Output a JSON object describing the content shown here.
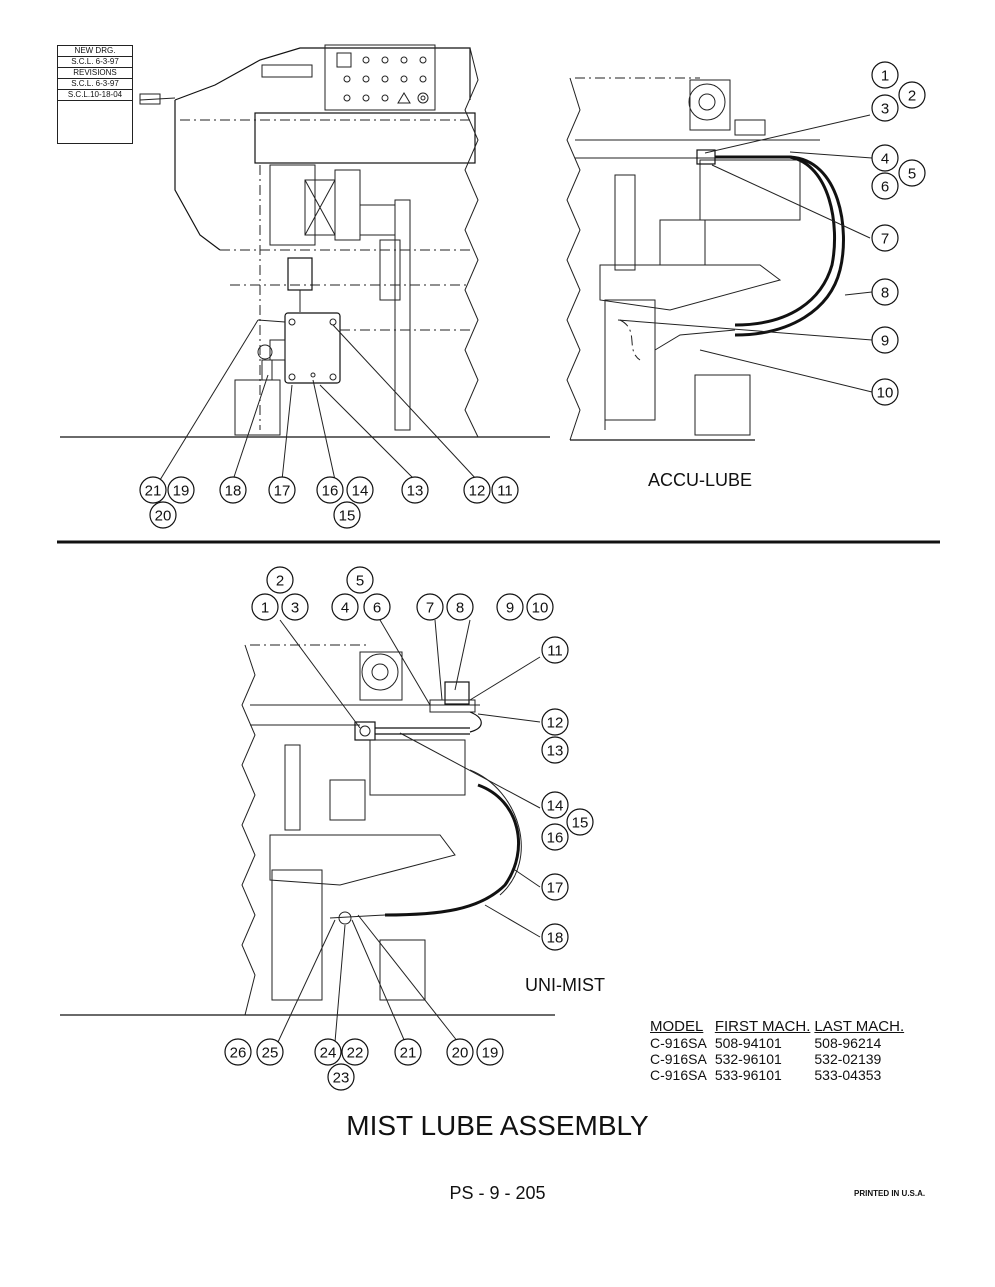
{
  "revision_block": {
    "new_drg_label": "NEW DRG.",
    "new_drg_date": "S.C.L.  6-3-97",
    "revisions_label": "REVISIONS",
    "revision_1": "S.C.L.  6-3-97",
    "revision_2": "S.C.L.10-18-04"
  },
  "views": {
    "accu_lube": "ACCU-LUBE",
    "uni_mist": "UNI-MIST"
  },
  "callouts_left": [
    "21",
    "19",
    "20",
    "18",
    "17",
    "16",
    "14",
    "15",
    "13",
    "12",
    "11"
  ],
  "callouts_accu": [
    "1",
    "2",
    "3",
    "4",
    "5",
    "6",
    "7",
    "8",
    "9",
    "10"
  ],
  "callouts_uni": [
    "2",
    "1",
    "3",
    "5",
    "4",
    "6",
    "7",
    "8",
    "9",
    "10",
    "11",
    "12",
    "13",
    "14",
    "15",
    "16",
    "17",
    "18",
    "26",
    "25",
    "24",
    "22",
    "23",
    "21",
    "20",
    "19"
  ],
  "model_table": {
    "headers": [
      "MODEL",
      "FIRST MACH.",
      "LAST MACH."
    ],
    "rows": [
      [
        "C-916SA",
        "508-94101",
        "508-96214"
      ],
      [
        "C-916SA",
        "532-96101",
        "532-02139"
      ],
      [
        "C-916SA",
        "533-96101",
        "533-04353"
      ]
    ]
  },
  "title": "MIST LUBE ASSEMBLY",
  "page_number": "PS - 9 - 205",
  "printed": "PRINTED IN U.S.A."
}
